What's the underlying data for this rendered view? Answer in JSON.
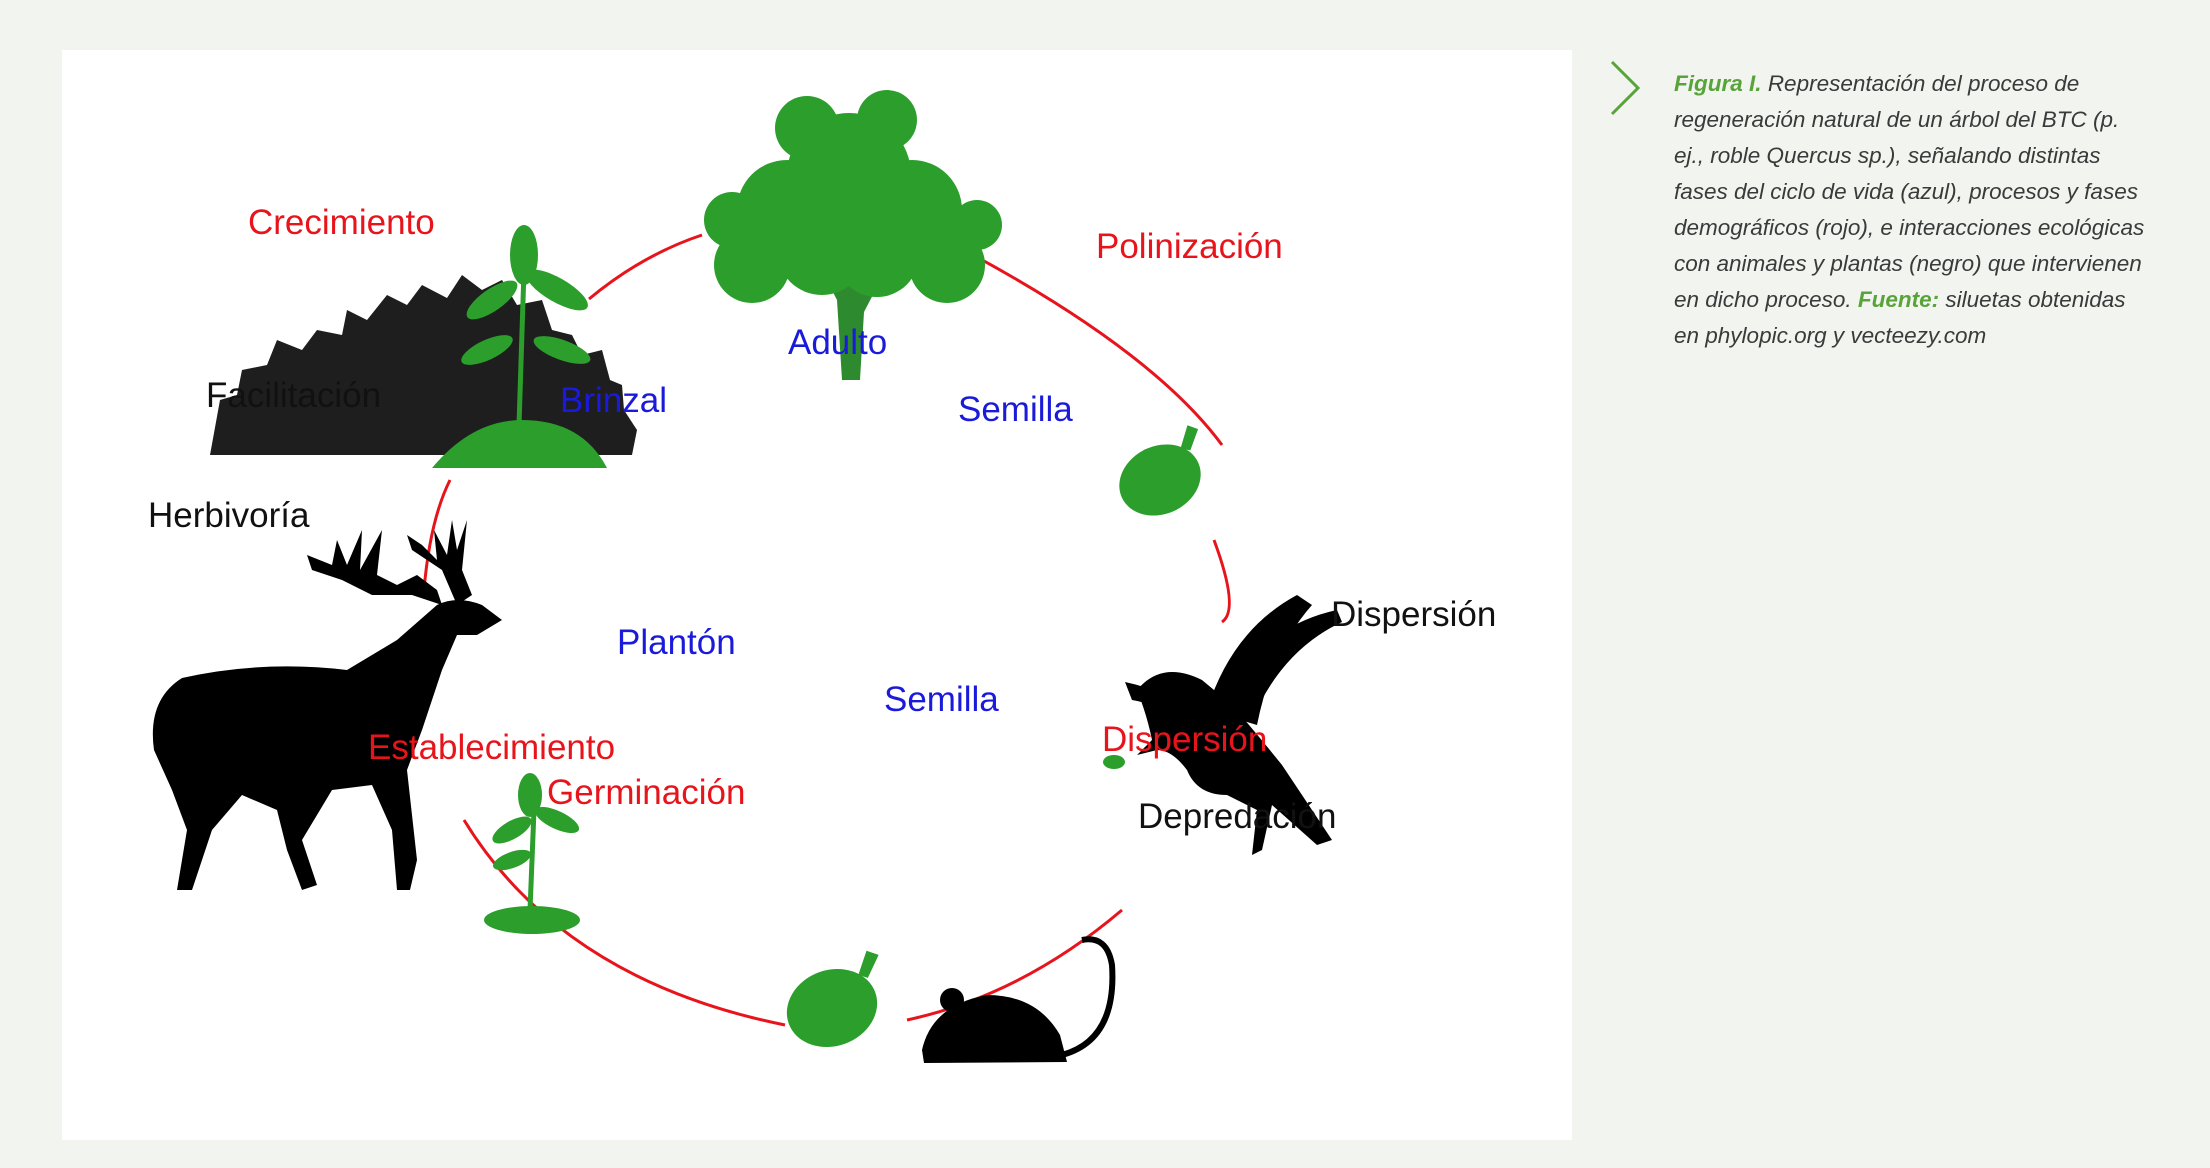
{
  "colors": {
    "stage": "#1a1adb",
    "process": "#e8141c",
    "interaction": "#111111",
    "plant_green": "#2c9e2c",
    "caption_accent": "#58a43a"
  },
  "diagram": {
    "stages": {
      "adulto": "Adulto",
      "semilla_top": "Semilla",
      "semilla_bottom": "Semilla",
      "planton": "Plantón",
      "brinzal": "Brinzal"
    },
    "processes": {
      "polinizacion": "Polinización",
      "dispersion": "Dispersión",
      "germinacion": "Germinación",
      "establecimiento": "Establecimiento",
      "crecimiento": "Crecimiento"
    },
    "interactions": {
      "dispersion": "Dispersión",
      "depredacion": "Depredación",
      "herbivoria": "Herbivoría",
      "facilitacion": "Facilitación"
    },
    "icons": [
      "tree-icon",
      "acorn-icon",
      "bird-icon",
      "mouse-icon",
      "sapling-icon",
      "deer-icon",
      "shrubs-icon",
      "chevron-right-icon"
    ]
  },
  "caption": {
    "label": "Figura",
    "number": "I.",
    "text": "Representación del proceso de regeneración natural de un árbol del BTC (p. ej., roble Quercus sp.), señalando distintas fases del ciclo de vida (azul), procesos y fases demográficos (rojo), e interacciones ecológicas con animales y plantas (negro) que intervienen en dicho proceso.",
    "source_label": "Fuente:",
    "source_text": "siluetas obtenidas en phylopic.org y vecteezy.com"
  }
}
